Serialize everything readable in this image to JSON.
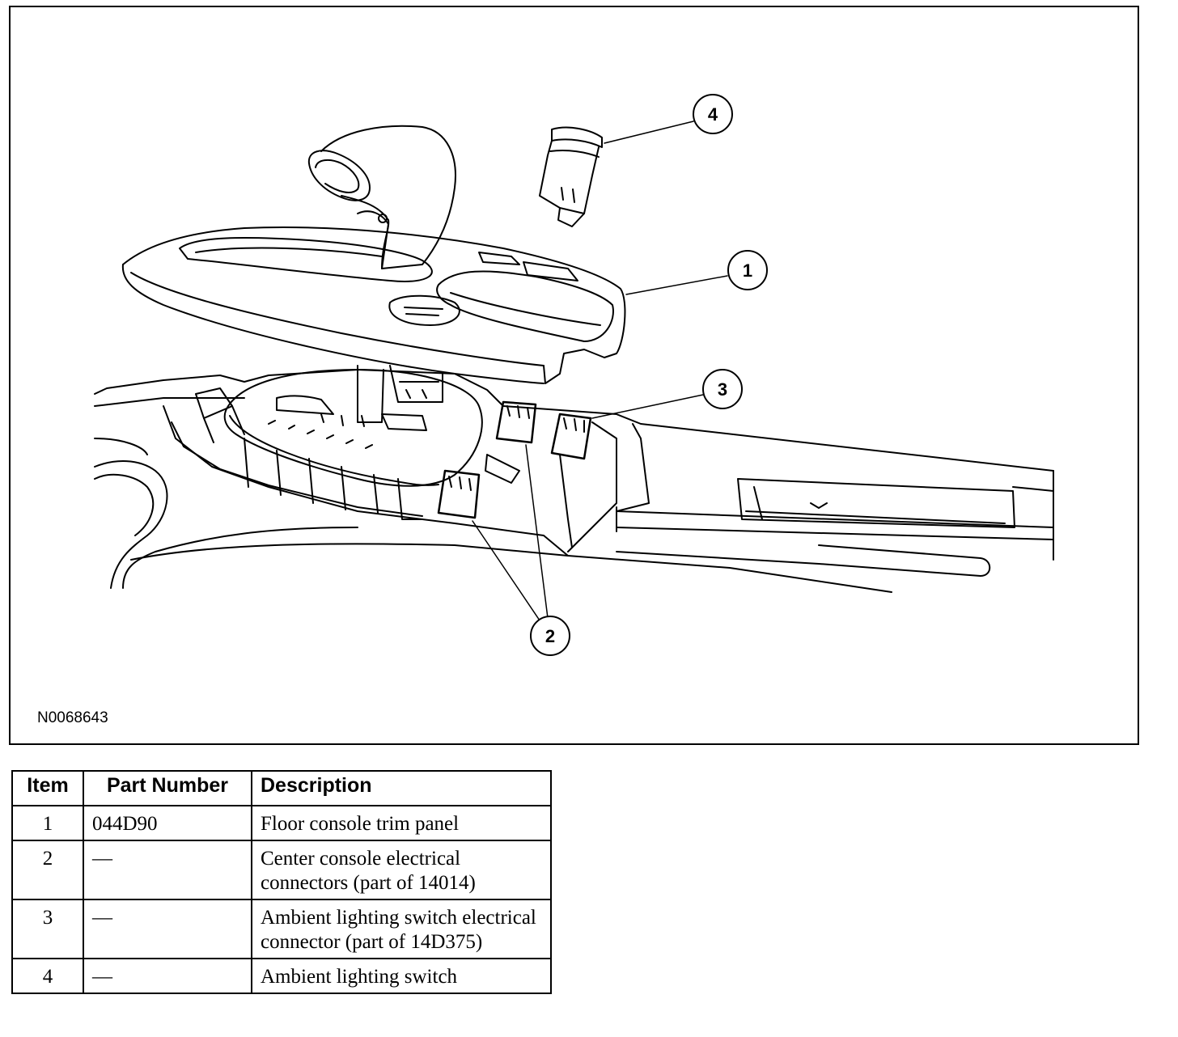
{
  "figure": {
    "id": "N0068643",
    "callouts": [
      "1",
      "2",
      "3",
      "4"
    ]
  },
  "table": {
    "headers": [
      "Item",
      "Part Number",
      "Description"
    ],
    "rows": [
      {
        "item": "1",
        "part": "044D90",
        "desc": "Floor console trim panel"
      },
      {
        "item": "2",
        "part": "—",
        "desc": "Center console electrical connectors (part of 14014)"
      },
      {
        "item": "3",
        "part": "—",
        "desc": "Ambient lighting switch electrical connector (part of 14D375)"
      },
      {
        "item": "4",
        "part": "—",
        "desc": "Ambient lighting switch"
      }
    ]
  },
  "colors": {
    "line": "#000000",
    "background": "#ffffff"
  }
}
